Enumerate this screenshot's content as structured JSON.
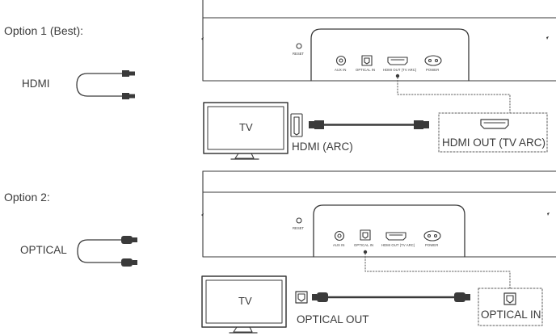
{
  "option1": {
    "heading": "Option 1 (Best):",
    "cable_label": "HDMI",
    "tv_label": "TV",
    "tv_port_label": "HDMI (ARC)",
    "soundbar_port_label": "HDMI OUT (TV ARC)",
    "soundbar": {
      "reset": "RESET",
      "ports": [
        "AUX IN",
        "OPTICAL IN",
        "HDMI OUT (TV ARC)",
        "POWER"
      ]
    }
  },
  "option2": {
    "heading": "Option 2:",
    "cable_label": "OPTICAL",
    "tv_label": "TV",
    "tv_port_label": "OPTICAL OUT",
    "soundbar_port_label": "OPTICAL IN",
    "soundbar": {
      "reset": "RESET",
      "ports": [
        "AUX IN",
        "OPTICAL IN",
        "HDMI OUT (TV ARC)",
        "POWER"
      ]
    }
  },
  "colors": {
    "line": "#3a3a3a",
    "light_line": "#8a8a8a",
    "background": "#ffffff"
  }
}
